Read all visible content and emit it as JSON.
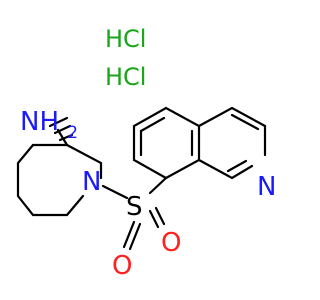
{
  "molecule": {
    "salts": [
      "HCl",
      "HCl"
    ],
    "amine": {
      "main": "NH",
      "subscript": "2"
    },
    "ring_nitrogen": "N",
    "sulfur": "S",
    "oxygen_left": "O",
    "oxygen_right": "O",
    "isoquinoline_nitrogen": "N"
  },
  "colors": {
    "nitrogen": "#1a1aff",
    "oxygen": "#ff2020",
    "sulfur": "#000000",
    "chlorine_salt": "#1aa61a",
    "bond": "#000000"
  }
}
